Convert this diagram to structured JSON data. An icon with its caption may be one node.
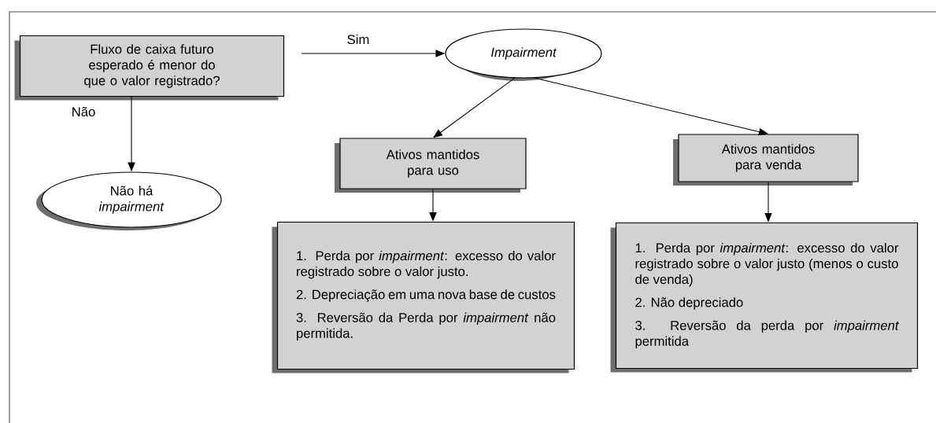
{
  "diagram": {
    "nodes": [
      {
        "text": [
          "Fluxo de caixa futuro esperado é menor do que o valor registrado?"
        ]
      },
      {
        "text": [
          "Impairment"
        ]
      },
      {
        "text": [
          "Não há *impairment*"
        ]
      },
      {
        "text": [
          "Ativos mantidos para uso"
        ]
      },
      {
        "text": [
          "Ativos mantidos para venda"
        ]
      },
      {
        "text": [
          "1. Perda por *impairment*: excesso do valor registrado sobre o valor justo.",
          "2. Depreciação em uma nova base de custos",
          "3. Reversão da Perda por *impairment* não permitida."
        ]
      },
      {
        "text": [
          "1. Perda por *impairment*: excesso do valor registrado sobre o valor justo (menos o custo de venda)",
          "2. Não depreciado",
          "3. Reversão da perda por *impairment* permitida"
        ]
      }
    ],
    "edges": [
      {
        "from": 0,
        "to": 1,
        "arrow": "to",
        "label": "Sim"
      },
      {
        "from": 0,
        "to": 2,
        "arrow": "to",
        "label": "Não"
      },
      {
        "from": 1,
        "to": 3,
        "arrow": "to"
      },
      {
        "from": 1,
        "to": 4,
        "arrow": "to"
      },
      {
        "from": 3,
        "to": 5,
        "arrow": "to"
      },
      {
        "from": 4,
        "to": 6,
        "arrow": "to"
      }
    ]
  }
}
